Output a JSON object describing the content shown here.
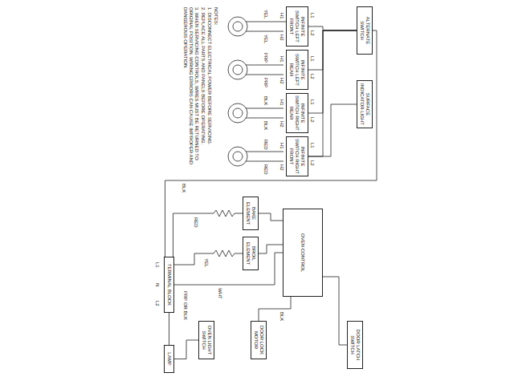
{
  "diagram": {
    "nodes": [
      {
        "text": [
          "ALTERNATE SWITCH"
        ]
      },
      {
        "text": [
          "INFINITE SWITCH LEFT FRONT"
        ]
      },
      {
        "text": [
          "INFINITE SWITCH LEFT REAR"
        ]
      },
      {
        "text": [
          "INFINITE SWITCH RIGHT REAR"
        ]
      },
      {
        "text": [
          "INFINITE SWITCH RIGHT FRONT"
        ]
      },
      {
        "text": [
          "SURFACE INDICATOR LIGHT"
        ]
      },
      {
        "text": [
          "BAKE ELEMENT"
        ]
      },
      {
        "text": [
          "BROIL ELEMENT"
        ]
      },
      {
        "text": [
          "OVEN CONTROL"
        ]
      },
      {
        "text": [
          "TERMINAL BLOCK"
        ]
      },
      {
        "text": [
          "LAMP"
        ]
      },
      {
        "text": [
          "OVEN LIGHT SWITCH"
        ]
      },
      {
        "text": [
          "DOOR LOCK MOTOR"
        ]
      },
      {
        "text": [
          "DOOR LATCH SWITCH"
        ]
      }
    ],
    "edges": [
      {
        "from": 9,
        "to": 0,
        "arrow": "none"
      },
      {
        "from": 0,
        "to": 1,
        "arrow": "none"
      },
      {
        "from": 0,
        "to": 2,
        "arrow": "none"
      },
      {
        "from": 0,
        "to": 3,
        "arrow": "none"
      },
      {
        "from": 0,
        "to": 4,
        "arrow": "none"
      },
      {
        "from": 5,
        "to": 4,
        "arrow": "none"
      },
      {
        "from": 9,
        "to": 8,
        "arrow": "none"
      },
      {
        "from": 8,
        "to": 6,
        "arrow": "none"
      },
      {
        "from": 8,
        "to": 7,
        "arrow": "none"
      },
      {
        "from": 9,
        "to": 6,
        "arrow": "none"
      },
      {
        "from": 9,
        "to": 7,
        "arrow": "none"
      },
      {
        "from": 9,
        "to": 10,
        "arrow": "none"
      },
      {
        "from": 10,
        "to": 11,
        "arrow": "none"
      },
      {
        "from": 8,
        "to": 12,
        "arrow": "none"
      },
      {
        "from": 8,
        "to": 13,
        "arrow": "none"
      }
    ],
    "labels": [
      "NOTES:",
      "1. DISCONNECT ELECTRICAL POWER BEFORE SERVICING.",
      "2. REPLACE ALL PARTS AND PANELS BEFORE OPERATING.",
      "3. WHEN SERVICING CONTROLS, WIRES MUST BE RETURNED TO ORIGINAL POSITION. WIRING ERRORS CAN CAUSE IMPROPER AND DANGEROUS OPERATION.",
      "L1",
      "L2",
      "H1",
      "H2",
      "L1",
      "L2",
      "H1",
      "H2",
      "L1",
      "L2",
      "H1",
      "H2",
      "L1",
      "L2",
      "H1",
      "H2",
      "YEL",
      "YEL",
      "PRP",
      "PRP",
      "BLK",
      "BLK",
      "RED",
      "RED",
      "BLK",
      "RED",
      "YEL",
      "WHT",
      "PRP OR BLK",
      "L1",
      "N",
      "L2",
      "BLK"
    ]
  }
}
